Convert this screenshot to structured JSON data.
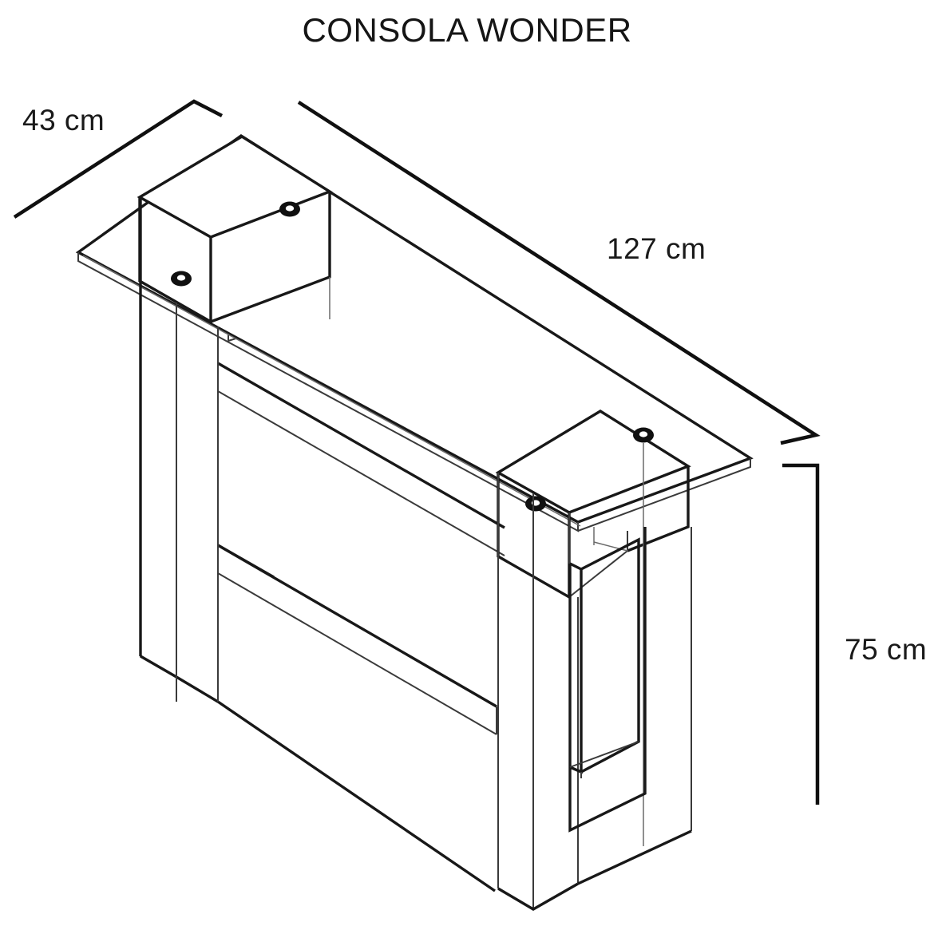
{
  "title": {
    "text": "CONSOLA WONDER"
  },
  "dimensions": {
    "depth": {
      "label": "43  cm",
      "value": 43,
      "unit": "cm",
      "axis": "depth"
    },
    "width": {
      "label": "127 cm",
      "value": 127,
      "unit": "cm",
      "axis": "width"
    },
    "height": {
      "label": "75 cm",
      "value": 75,
      "unit": "cm",
      "axis": "height"
    }
  },
  "product": {
    "name": "CONSOLA WONDER",
    "type": "console-table",
    "view": "isometric-line-drawing",
    "parts": [
      {
        "name": "tabletop",
        "description": "rectangular top panel"
      },
      {
        "name": "left-leg",
        "description": "U-shaped side panel leg with rectangular cutout"
      },
      {
        "name": "right-leg",
        "description": "U-shaped side panel leg with rectangular cutout"
      },
      {
        "name": "stretcher",
        "description": "lower horizontal rail connecting legs"
      },
      {
        "name": "left-bracket",
        "description": "top mounting bracket with two screw holes"
      },
      {
        "name": "right-bracket",
        "description": "top mounting bracket with two screw holes"
      }
    ],
    "fasteners": {
      "count": 4,
      "type": "screw-hole"
    }
  },
  "style": {
    "line_color": "#101010",
    "background": "#ffffff"
  }
}
